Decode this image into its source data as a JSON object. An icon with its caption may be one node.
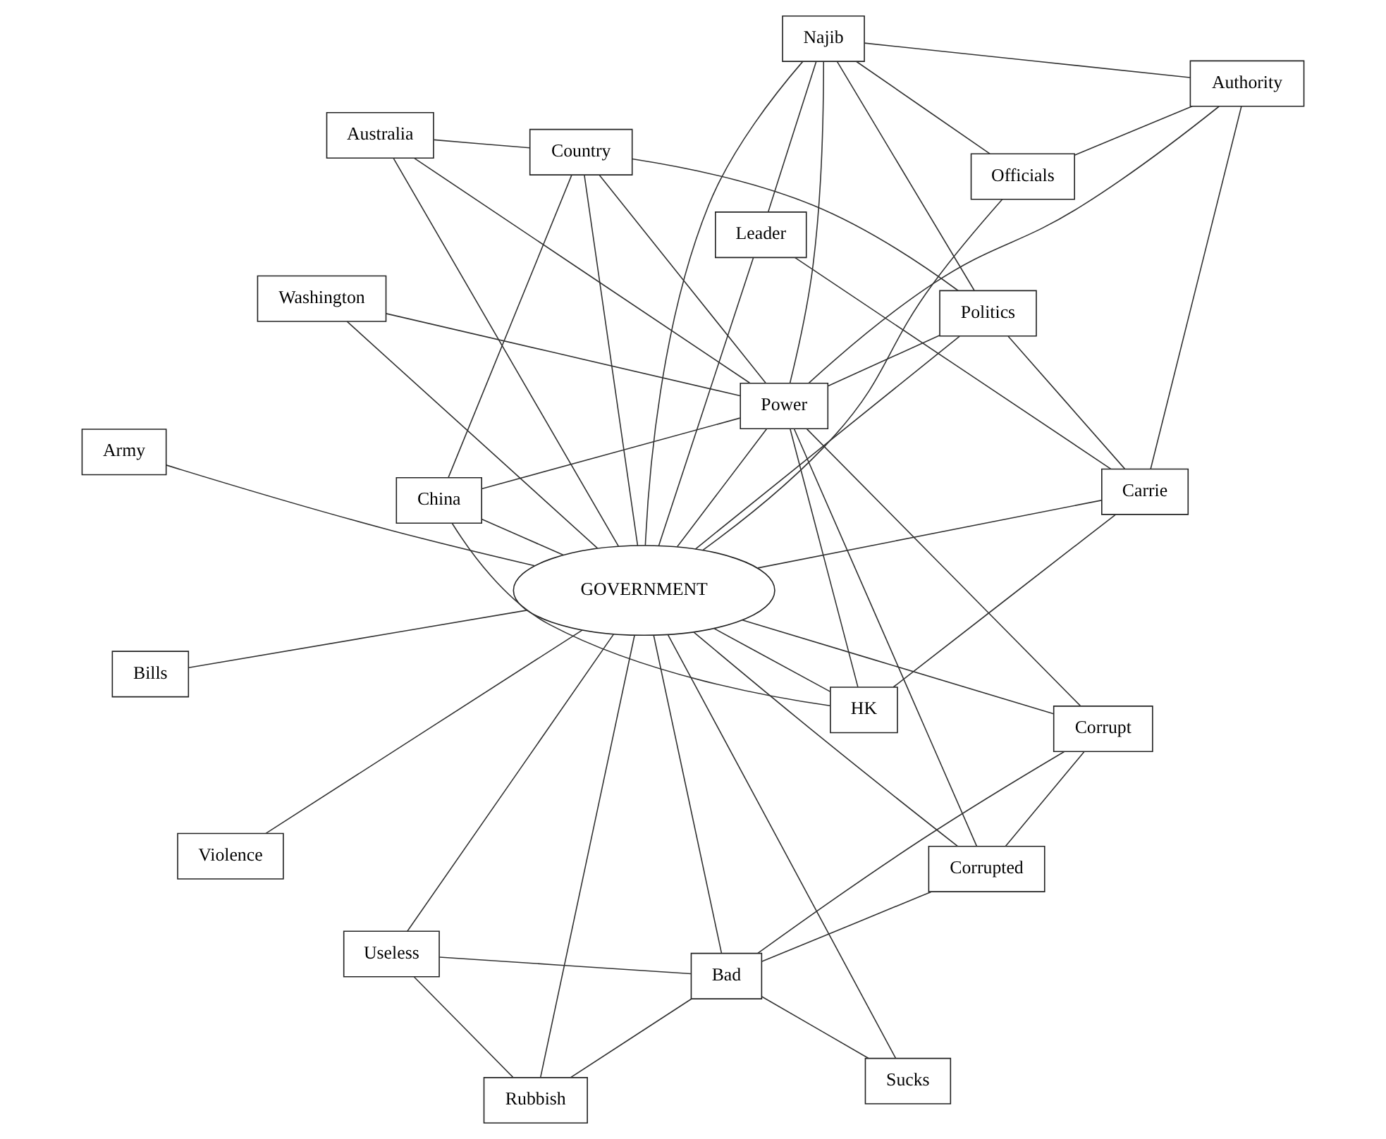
{
  "diagram": {
    "nodes": [
      {
        "text": [
          "Useless"
        ]
      },
      {
        "text": [
          "Bad"
        ]
      },
      {
        "text": [
          "Rubbish"
        ]
      },
      {
        "text": [
          "Australia"
        ]
      },
      {
        "text": [
          "Authority"
        ]
      },
      {
        "text": [
          "Washington"
        ]
      },
      {
        "text": [
          "China"
        ]
      },
      {
        "text": [
          "Corrupt"
        ]
      },
      {
        "text": [
          "Corrupted"
        ]
      },
      {
        "text": [
          "HK"
        ]
      },
      {
        "text": [
          "Carrie"
        ]
      },
      {
        "text": [
          "Country"
        ]
      },
      {
        "text": [
          "Sucks"
        ]
      },
      {
        "text": [
          "Power"
        ]
      },
      {
        "text": [
          "Politics"
        ]
      },
      {
        "text": [
          "Najib"
        ]
      },
      {
        "text": [
          "GOVERNMENT"
        ]
      },
      {
        "text": [
          "Officials"
        ]
      },
      {
        "text": [
          "Leader"
        ]
      },
      {
        "text": [
          "Bills"
        ]
      },
      {
        "text": [
          "Army"
        ]
      },
      {
        "text": [
          "Violence"
        ]
      }
    ],
    "edges": [
      {
        "from": 0,
        "to": 1,
        "arrow": "none"
      },
      {
        "from": 0,
        "to": 2,
        "arrow": "none"
      },
      {
        "from": 0,
        "to": 16,
        "arrow": "none"
      },
      {
        "from": 1,
        "to": 2,
        "arrow": "none"
      },
      {
        "from": 1,
        "to": 7,
        "arrow": "none"
      },
      {
        "from": 1,
        "to": 12,
        "arrow": "none"
      },
      {
        "from": 1,
        "to": 8,
        "arrow": "none"
      },
      {
        "from": 1,
        "to": 16,
        "arrow": "none"
      },
      {
        "from": 2,
        "to": 16,
        "arrow": "none"
      },
      {
        "from": 3,
        "to": 11,
        "arrow": "none"
      },
      {
        "from": 3,
        "to": 13,
        "arrow": "none"
      },
      {
        "from": 3,
        "to": 16,
        "arrow": "none"
      },
      {
        "from": 4,
        "to": 13,
        "arrow": "none"
      },
      {
        "from": 4,
        "to": 10,
        "arrow": "none"
      },
      {
        "from": 4,
        "to": 15,
        "arrow": "none"
      },
      {
        "from": 4,
        "to": 17,
        "arrow": "none"
      },
      {
        "from": 5,
        "to": 13,
        "arrow": "none"
      },
      {
        "from": 5,
        "to": 16,
        "arrow": "none"
      },
      {
        "from": 6,
        "to": 9,
        "arrow": "none"
      },
      {
        "from": 6,
        "to": 11,
        "arrow": "none"
      },
      {
        "from": 6,
        "to": 13,
        "arrow": "none"
      },
      {
        "from": 6,
        "to": 16,
        "arrow": "none"
      },
      {
        "from": 7,
        "to": 8,
        "arrow": "none"
      },
      {
        "from": 7,
        "to": 13,
        "arrow": "none"
      },
      {
        "from": 7,
        "to": 16,
        "arrow": "none"
      },
      {
        "from": 8,
        "to": 13,
        "arrow": "none"
      },
      {
        "from": 8,
        "to": 16,
        "arrow": "none"
      },
      {
        "from": 9,
        "to": 10,
        "arrow": "none"
      },
      {
        "from": 9,
        "to": 13,
        "arrow": "none"
      },
      {
        "from": 9,
        "to": 16,
        "arrow": "none"
      },
      {
        "from": 10,
        "to": 14,
        "arrow": "none"
      },
      {
        "from": 10,
        "to": 18,
        "arrow": "none"
      },
      {
        "from": 10,
        "to": 16,
        "arrow": "none"
      },
      {
        "from": 11,
        "to": 13,
        "arrow": "none"
      },
      {
        "from": 11,
        "to": 14,
        "arrow": "none"
      },
      {
        "from": 11,
        "to": 16,
        "arrow": "none"
      },
      {
        "from": 12,
        "to": 16,
        "arrow": "none"
      },
      {
        "from": 13,
        "to": 14,
        "arrow": "none"
      },
      {
        "from": 13,
        "to": 15,
        "arrow": "none"
      },
      {
        "from": 13,
        "to": 16,
        "arrow": "none"
      },
      {
        "from": 14,
        "to": 15,
        "arrow": "none"
      },
      {
        "from": 14,
        "to": 16,
        "arrow": "none"
      },
      {
        "from": 15,
        "to": 16,
        "arrow": "none"
      },
      {
        "from": 15,
        "to": 17,
        "arrow": "none"
      },
      {
        "from": 15,
        "to": 18,
        "arrow": "none"
      },
      {
        "from": 16,
        "to": 17,
        "arrow": "none"
      },
      {
        "from": 16,
        "to": 18,
        "arrow": "none"
      },
      {
        "from": 16,
        "to": 19,
        "arrow": "none"
      },
      {
        "from": 16,
        "to": 20,
        "arrow": "none"
      },
      {
        "from": 16,
        "to": 21,
        "arrow": "none"
      }
    ]
  }
}
